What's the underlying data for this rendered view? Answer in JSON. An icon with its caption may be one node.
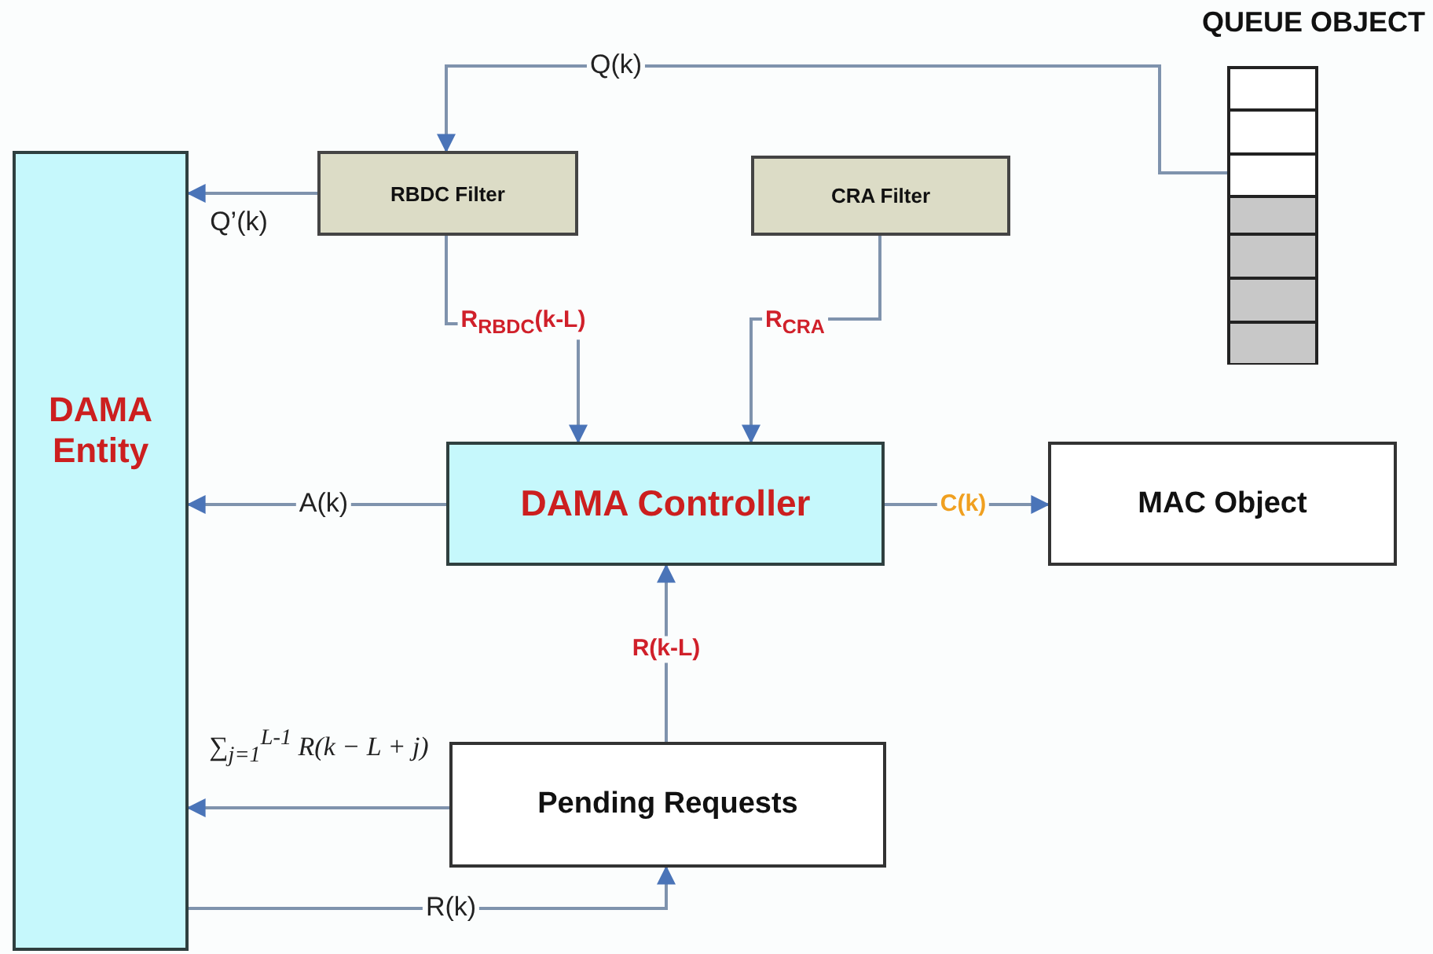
{
  "diagram": {
    "nodes": [
      {
        "text": [
          "DAMA Entity"
        ]
      },
      {
        "text": [
          "RBDC Filter"
        ]
      },
      {
        "text": [
          "CRA Filter"
        ]
      },
      {
        "text": [
          "QUEUE OBJECT"
        ]
      },
      {
        "text": [
          "DAMA Controller"
        ]
      },
      {
        "text": [
          "MAC Object"
        ]
      },
      {
        "text": [
          "Pending Requests"
        ]
      }
    ],
    "edges": [
      {
        "from": 3,
        "to": 1,
        "arrow": "to",
        "label": "Q(k)"
      },
      {
        "from": 1,
        "to": 0,
        "arrow": "to",
        "label": "Q’(k)"
      },
      {
        "from": 1,
        "to": 4,
        "arrow": "to",
        "label": "R$_{RBDC}$(k-L)"
      },
      {
        "from": 2,
        "to": 4,
        "arrow": "to",
        "label": "R$_{CRA}$"
      },
      {
        "from": 4,
        "to": 0,
        "arrow": "to",
        "label": "A(k)"
      },
      {
        "from": 4,
        "to": 5,
        "arrow": "to",
        "label": "C(k)"
      },
      {
        "from": 6,
        "to": 4,
        "arrow": "to",
        "label": "R(k-L)"
      },
      {
        "from": 6,
        "to": 0,
        "arrow": "to",
        "label": "∑$_{j=1}$$^{L-1}$ R(k − L + j)"
      },
      {
        "from": 0,
        "to": 6,
        "arrow": "to",
        "label": "R(k)"
      }
    ]
  }
}
